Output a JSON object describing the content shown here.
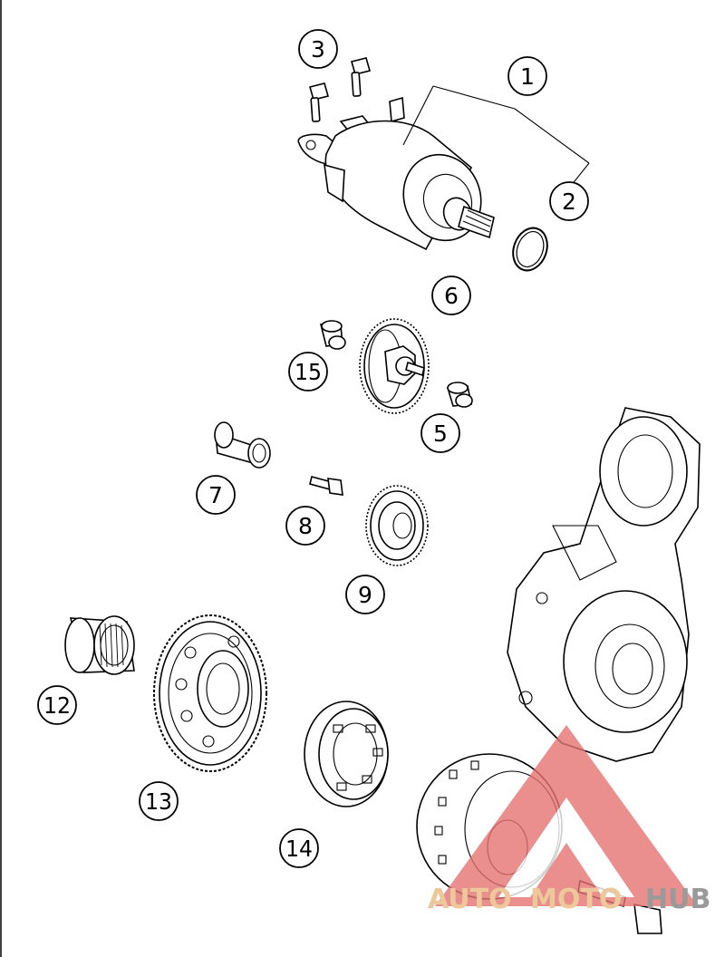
{
  "diagram": {
    "callouts": [
      {
        "id": "1",
        "label": "1"
      },
      {
        "id": "2",
        "label": "2"
      },
      {
        "id": "3",
        "label": "3"
      },
      {
        "id": "5",
        "label": "5"
      },
      {
        "id": "6",
        "label": "6"
      },
      {
        "id": "7",
        "label": "7"
      },
      {
        "id": "8",
        "label": "8"
      },
      {
        "id": "9",
        "label": "9"
      },
      {
        "id": "12",
        "label": "12"
      },
      {
        "id": "13",
        "label": "13"
      },
      {
        "id": "14",
        "label": "14"
      },
      {
        "id": "15",
        "label": "15"
      }
    ]
  },
  "watermark": {
    "text_a": "AUTO",
    "text_b": "MOTO",
    "text_c": "HUB",
    "color_logo": "#e57373",
    "color_text": "#f0c48c",
    "color_hub": "#9a9a9a"
  }
}
